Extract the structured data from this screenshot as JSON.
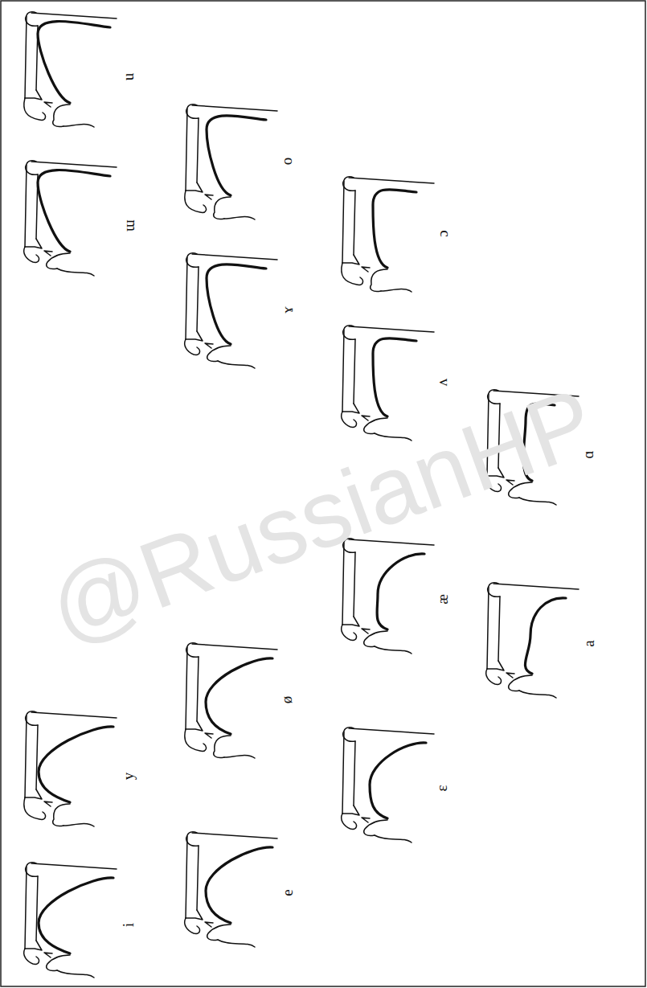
{
  "diagram": {
    "labels": [
      "u",
      "ɯ",
      "o",
      "ɤ",
      "ɔ",
      "ʌ",
      "ɑ",
      "a",
      "æ",
      "ɛ",
      "ø",
      "e",
      "y",
      "i",
      "@RussianHP"
    ]
  }
}
